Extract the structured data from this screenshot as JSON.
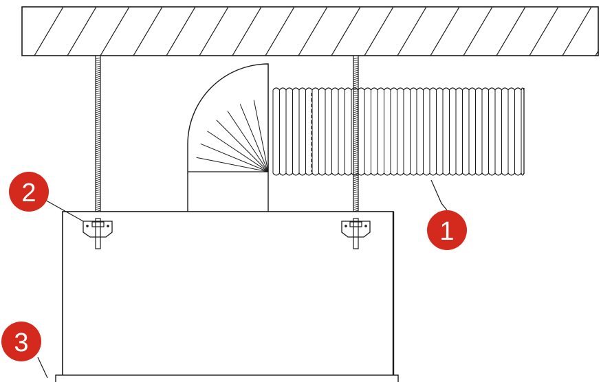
{
  "colors": {
    "line": "#1a1a1a",
    "callout_fill": "#d42a1e",
    "callout_text": "#ffffff",
    "background": "#ffffff"
  },
  "callouts": [
    {
      "id": "1",
      "label": "1",
      "refers_to": "flexible-duct"
    },
    {
      "id": "2",
      "label": "2",
      "refers_to": "mounting-bracket"
    },
    {
      "id": "3",
      "label": "3",
      "refers_to": "bottom-panel"
    }
  ]
}
